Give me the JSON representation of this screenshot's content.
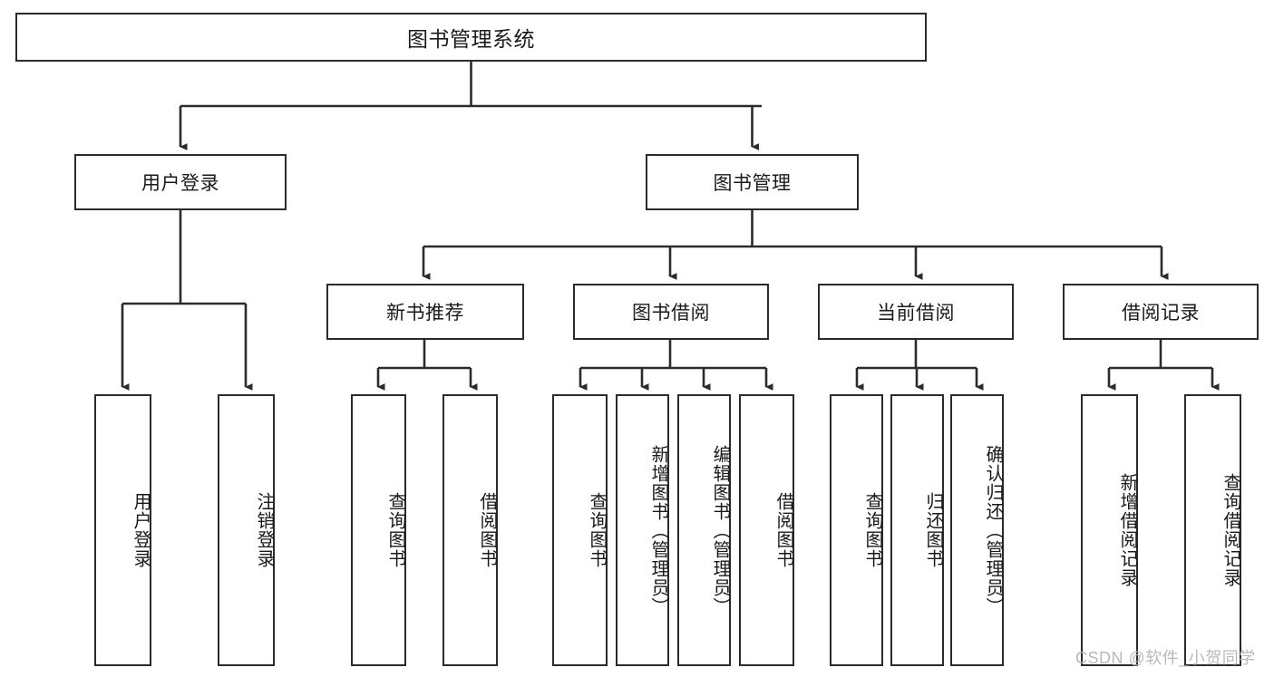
{
  "diagram": {
    "title": "图书管理系统",
    "type": "hierarchy-tree",
    "watermark": "CSDN @软件_小贺同学",
    "colors": {
      "stroke": "#2b2b2b",
      "fill": "#ffffff",
      "text": "#1a1a1a",
      "watermark": "#b9b9b9"
    },
    "root": {
      "label": "图书管理系统"
    },
    "level1": [
      {
        "label": "用户登录"
      },
      {
        "label": "图书管理"
      }
    ],
    "level2": [
      {
        "label": "新书推荐"
      },
      {
        "label": "图书借阅"
      },
      {
        "label": "当前借阅"
      },
      {
        "label": "借阅记录"
      }
    ],
    "leaves": {
      "user_login": [
        {
          "label": "用户登录"
        },
        {
          "label": "注销登录"
        }
      ],
      "new_book": [
        {
          "label": "查询图书"
        },
        {
          "label": "借阅图书"
        }
      ],
      "book_borrow": [
        {
          "label": "查询图书"
        },
        {
          "label": "新增图书（管理员）"
        },
        {
          "label": "编辑图书（管理员）"
        },
        {
          "label": "借阅图书"
        }
      ],
      "current_borrow": [
        {
          "label": "查询图书"
        },
        {
          "label": "归还图书"
        },
        {
          "label": "确认归还（管理员）"
        }
      ],
      "borrow_record": [
        {
          "label": "新增借阅记录"
        },
        {
          "label": "查询借阅记录"
        }
      ]
    }
  }
}
